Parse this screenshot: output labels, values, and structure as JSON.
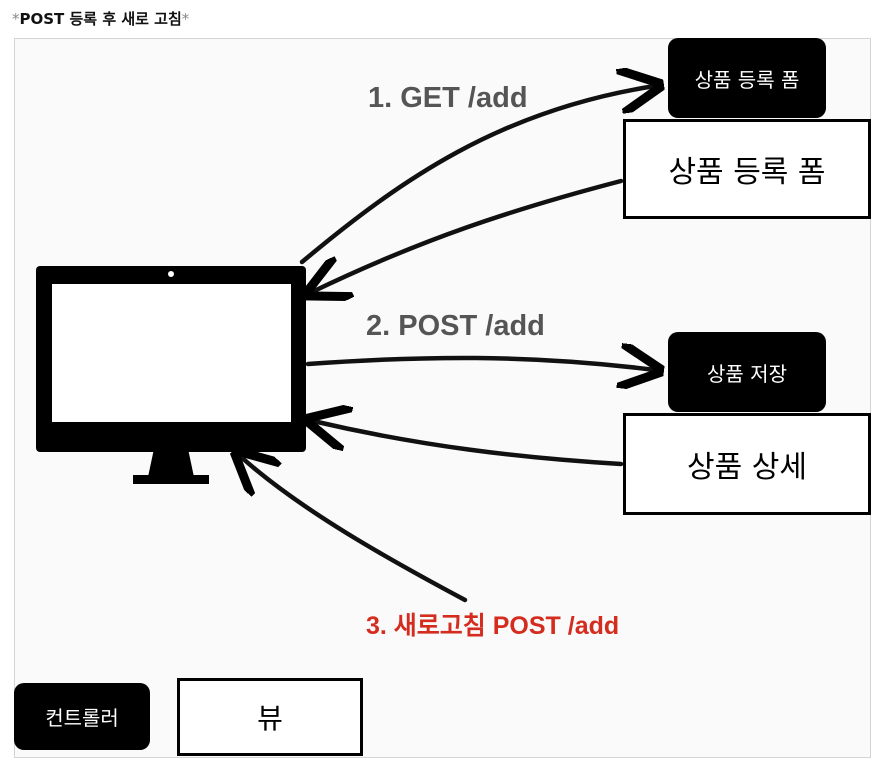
{
  "caption": {
    "text": "POST 등록 후 새로 고침",
    "star": "*"
  },
  "steps": [
    {
      "label": "1. GET /add"
    },
    {
      "label": "2. POST /add"
    },
    {
      "label": "3. 새로고침 POST /add"
    }
  ],
  "controllers": {
    "register_form": "상품 등록 폼",
    "save": "상품 저장"
  },
  "views": {
    "register_form": "상품 등록 폼",
    "detail": "상품 상세"
  },
  "legend": {
    "controller": "컨트롤러",
    "view": "뷰"
  },
  "colors": {
    "highlight": "#d42c1e",
    "label": "#555555",
    "box": "#000000"
  }
}
